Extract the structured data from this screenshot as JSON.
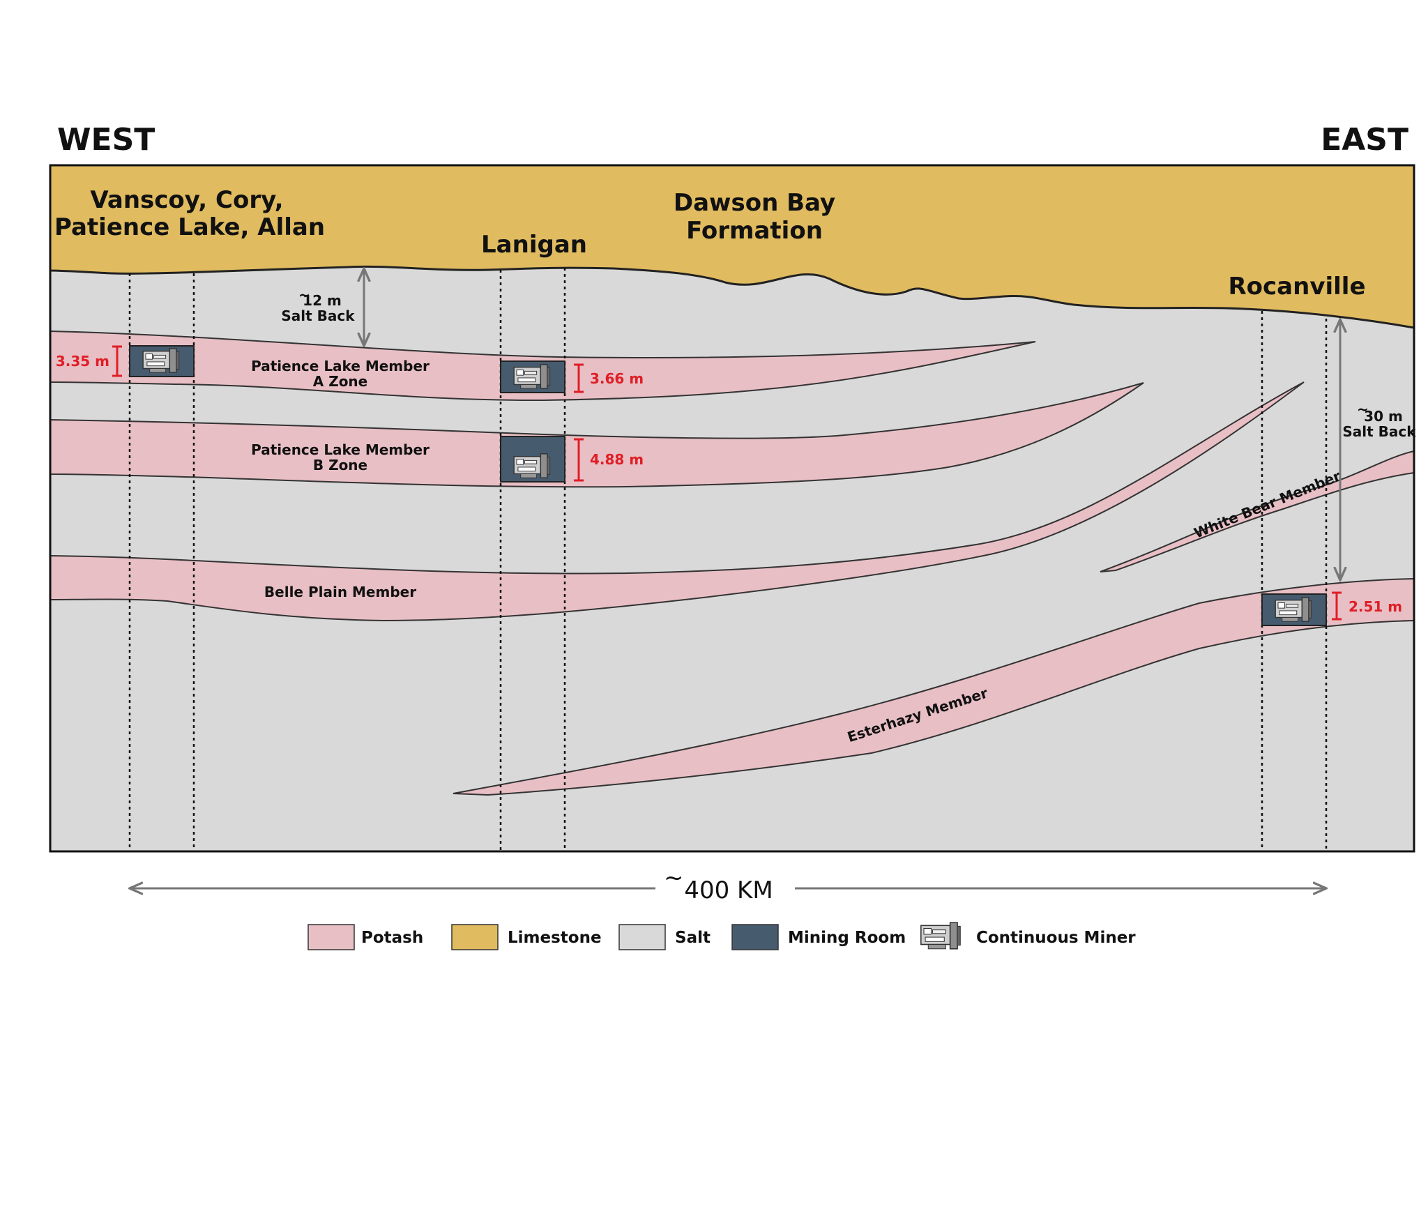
{
  "directions": {
    "west": "WEST",
    "east": "EAST"
  },
  "mines": {
    "west_group_line1": "Vanscoy, Cory,",
    "west_group_line2": "Patience Lake, Allan",
    "central": "Lanigan",
    "east": "Rocanville"
  },
  "formation": {
    "line1": "Dawson Bay",
    "line2": "Formation"
  },
  "members": {
    "pl_a_line1": "Patience Lake Member",
    "pl_a_line2": "A Zone",
    "pl_b_line1": "Patience Lake Member",
    "pl_b_line2": "B Zone",
    "belle_plain": "Belle Plain Member",
    "white_bear": "White Bear Member",
    "esterhazy": "Esterhazy Member"
  },
  "thickness": {
    "west_room": "3.35 m",
    "lanigan_a": "3.66 m",
    "lanigan_b": "4.88 m",
    "rocanville": "2.51 m"
  },
  "salt_back": {
    "west_value": "12 m",
    "west_label": "Salt Back",
    "east_value": "30 m",
    "east_label": "Salt Back"
  },
  "scale": {
    "tilde": "~",
    "distance": "400 KM"
  },
  "legend": [
    {
      "label": "Potash",
      "color": "#e8bfc5"
    },
    {
      "label": "Limestone",
      "color": "#e0bb60"
    },
    {
      "label": "Salt",
      "color": "#d9d9d9"
    },
    {
      "label": "Mining Room",
      "color": "#465b6e"
    },
    {
      "label": "Continuous Miner",
      "icon": "continuous-miner-icon"
    }
  ],
  "colors": {
    "potash": "#e8bfc5",
    "limestone": "#e0bb60",
    "salt": "#d9d9d9",
    "mining_room": "#465b6e",
    "dimension": "#e01e26",
    "arrow": "#777777"
  }
}
